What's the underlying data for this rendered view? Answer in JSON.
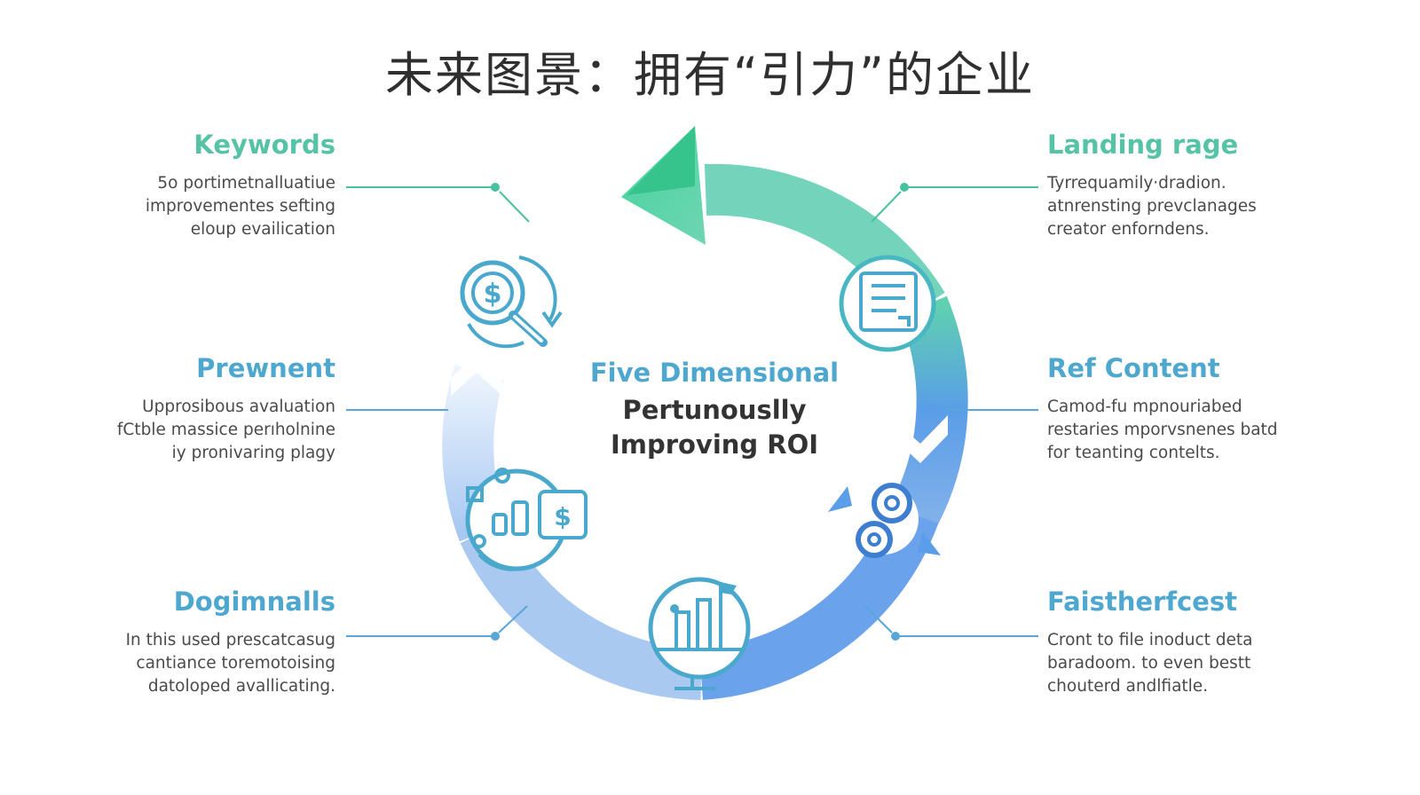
{
  "title": "未来图景：拥有“引力”的企业",
  "center": {
    "line1": "Five Dimensional",
    "line2": "Pertunouslly",
    "line3": "Improving ROI"
  },
  "blocks": {
    "top_left": {
      "heading": "Keywords",
      "lines": [
        "5o portimetnalluatiue",
        "improvementes sefting",
        "eloup evailication"
      ]
    },
    "mid_left": {
      "heading": "Prewnent",
      "lines": [
        "Upprosibous avaluation",
        "fCtble massice perıholnine",
        "iy pronivaring plagy"
      ]
    },
    "bot_left": {
      "heading": "Dogimnalls",
      "lines": [
        "In this used prescatcasug",
        "cantiance toremotoising",
        "datoloped avallicating."
      ]
    },
    "top_right": {
      "heading": "Landing rage",
      "lines": [
        "Tyrrequamily·dradion.",
        "atnrensting prevclanages",
        "creator enforndens."
      ]
    },
    "mid_right": {
      "heading": "Ref Content",
      "lines": [
        "Camod-fu mpnouriabed",
        "restaries mporvsnenes batd",
        "for teanting contelts."
      ]
    },
    "bot_right": {
      "heading": "Faistherfcest",
      "lines": [
        "Cront to file inoduct deta",
        "baradoom. to even bestt",
        "chouterd andlfiatle."
      ]
    }
  },
  "icons": {
    "keywords": "dollar-search-icon",
    "landing": "document-page-icon",
    "content": "gears-icon",
    "analytics": "analytics-monitor-icon",
    "data": "finance-dashboard-icon"
  },
  "colors": {
    "heading_teal": "#56c3a6",
    "heading_blue": "#4da7cf",
    "line_teal": "#48c1a0",
    "line_blue": "#5aa6d9",
    "arrow_green": "#4fcf9a",
    "icon_stroke": "#4aa8cc"
  }
}
